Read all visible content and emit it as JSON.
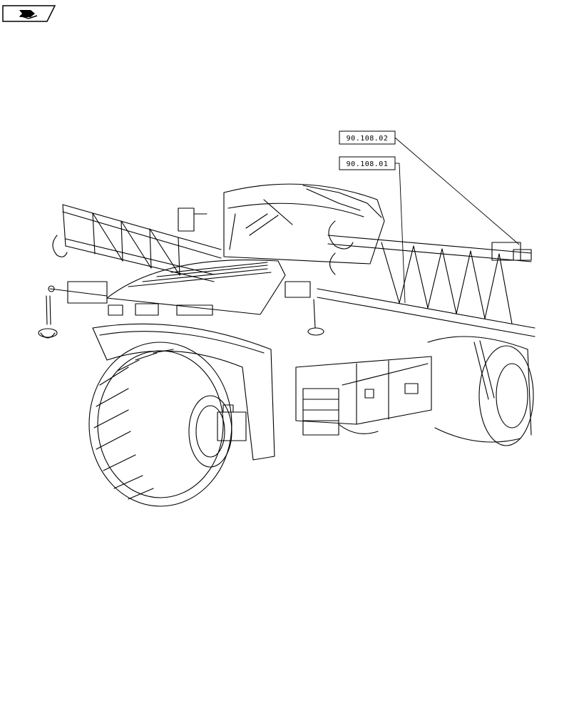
{
  "nav_badge": {
    "icon": "book-arrow-icon"
  },
  "callouts": [
    {
      "id": "upper",
      "label": "90.108.02"
    },
    {
      "id": "lower",
      "label": "90.108.01"
    }
  ],
  "colors": {
    "ink": "#000000",
    "paper": "#ffffff"
  }
}
